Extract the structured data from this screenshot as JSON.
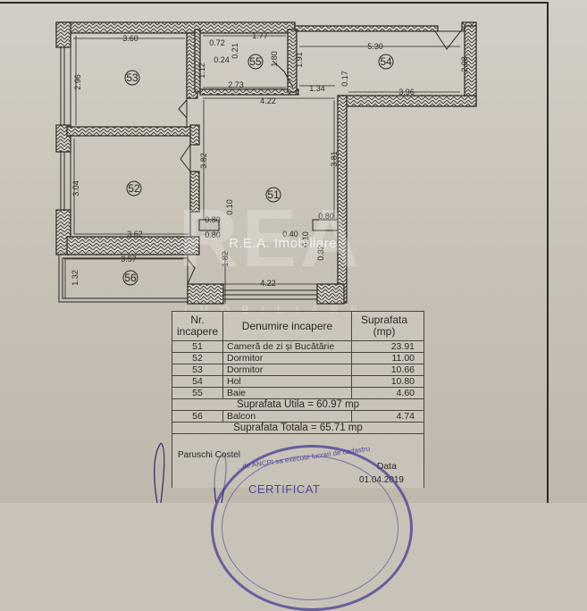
{
  "document": {
    "watermark": "R.E.A. Imobiliare",
    "watermark_logo": "REA",
    "watermark_sub": "IMOBILIARE"
  },
  "plan": {
    "rooms": [
      {
        "id": "51",
        "label": "51"
      },
      {
        "id": "52",
        "label": "52"
      },
      {
        "id": "53",
        "label": "53"
      },
      {
        "id": "54",
        "label": "54"
      },
      {
        "id": "55",
        "label": "55"
      },
      {
        "id": "56",
        "label": "56"
      }
    ],
    "dimensions": {
      "r53_width": "3.60",
      "r53_height": "2.96",
      "r55_a": "0.72",
      "r55_b": "1.77",
      "r55_c": "0.24",
      "r55_d": "0.21",
      "r55_e": "1.12",
      "r55_f": "1.80",
      "r55_g": "2.73",
      "r54_height_left": "1.91",
      "r54_width": "5.30",
      "r54_height_right": "2.08",
      "r54_step": "1.34",
      "r54_step_h": "0.17",
      "r54_bottom": "3.96",
      "r51_top": "4.22",
      "r51_left": "3.82",
      "r51_right": "3.81",
      "r52_height": "3.04",
      "r52_width": "3.62",
      "r51_n1": "0.80",
      "r51_n2": "0.10",
      "r51_n3": "0.80",
      "r51_n4": "0.80",
      "r51_n5": "0.40",
      "r51_n6": "0.10",
      "r51_n7": "0.32",
      "r51_hall": "1.82",
      "r51_bottom": "4.22",
      "r56_width": "3.57",
      "r56_height": "1.32"
    }
  },
  "table": {
    "headers": {
      "nr": "Nr. incapere",
      "name": "Denumire incapere",
      "area": "Suprafata (mp)"
    },
    "rows": [
      {
        "nr": "51",
        "name": "Cameră de zi și Bucătărie",
        "area": "23.91"
      },
      {
        "nr": "52",
        "name": "Dormitor",
        "area": "11.00"
      },
      {
        "nr": "53",
        "name": "Dormitor",
        "area": "10.66"
      },
      {
        "nr": "54",
        "name": "Hol",
        "area": "10.80"
      },
      {
        "nr": "55",
        "name": "Baie",
        "area": "4.60"
      }
    ],
    "suprafata_utila": "Suprafata Utila =  60.97 mp",
    "balcon": {
      "nr": "56",
      "name": "Balcon",
      "area": "4.74"
    },
    "suprafata_totala": "Suprafata Totala =  65.71 mp",
    "signer": "Paruschi Costel",
    "date_label": "Data",
    "date_value": "01.04.2019"
  },
  "stamp": {
    "arc_text": "...de ANCPI sa execute lucrari de cadastru",
    "title": "CERTIFICAT"
  }
}
